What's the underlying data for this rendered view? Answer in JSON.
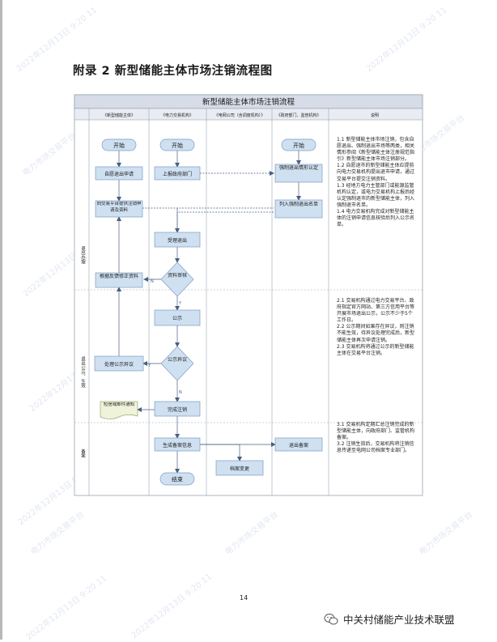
{
  "document": {
    "heading": "附录 2  新型储能主体市场注销流程图",
    "page_number": "14",
    "watermark_texts": [
      "2022年12月13日 9:20 11",
      "电力市场交易平台"
    ],
    "brand": {
      "name": "中关村储能产业技术联盟",
      "icon": "wechat-icon"
    }
  },
  "flowchart": {
    "title": "新型储能主体市场注销流程",
    "lanes": [
      "《新型储能主体》",
      "《电力交易机构》",
      "《电网公司（含调度机构）》",
      "《政府部门、监管机构》",
      "说明"
    ],
    "phases": [
      "退出办理",
      "退出公示、生效",
      "备案"
    ],
    "nodes": {
      "start_entity": "开始",
      "start_exchange": "开始",
      "start_gov": "开始",
      "voluntary_exit": "自愿退出申请",
      "report_gov": "上报政府部门",
      "forced_exit": "强制退出情形认定",
      "apply_platform": "向交易平台提供注销申请及资料",
      "forced_list": "列入强制退出名单",
      "accept_exit": "受理退出",
      "feedback_fix": "根据反馈修正资料",
      "review": "资料审核",
      "publicity": "公示",
      "handle_objection": "处理公示异议",
      "objection": "公示异议",
      "notice": "短信或邮件通知",
      "complete": "完成注销",
      "gen_record": "生成备案信息",
      "exit_record": "退出备案",
      "archive_change": "档案变更",
      "end": "结束"
    },
    "edge_labels": {
      "no": "N",
      "yes": "Y"
    },
    "notes": [
      "1.1 新型储能主体市场注销，包含自愿退出、强制退出市场等两类，相关情形参阅《新型储能主体注册规范指引》新型储能主体市场注销部分。",
      "1.2 自愿退市的新型储能主体应提前向电力交易机构提出退市申请，通过交易平台提交注销资料。",
      "1.3 经地方电力主管部门或能源监管机构认定，或电力交易机构上报后经认定强制退市的新型储能主体，列入强制退市名单。",
      "1.4 电力交易机构完成对新型储能主体的注销申请信息核验后列入公示名单。",
      "2.1 交易机构通过电力交易平台、政府指定官方网站、第三方信用平台等开展市场退出公示，公示不少于5个工作日。",
      "2.2 公示期间如果存在异议，则注销不能生效，待异议处理完成后，新型储能主体再次申请注销。",
      "2.3 交易机构将通过公示的新型储能主体在交易平台注销。",
      "3.1 交易机构定期汇总注销完成的新型储能主体，向政府部门、监管机构备案。",
      "3.2 注销生效后，交易机构将注销信息传递至电网公司档案专业部门。"
    ]
  },
  "colors": {
    "process_fill": "#cfe0f1",
    "process_stroke": "#7d9cc4",
    "title_band": "#d6dde8",
    "header_band": "#e9edf3",
    "grid": "#9aa3b0"
  }
}
